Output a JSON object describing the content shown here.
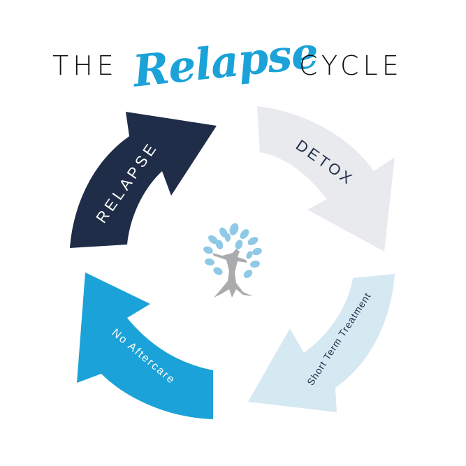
{
  "title": {
    "prefix": "THE",
    "emphasis": "Relapse",
    "suffix": "CYCLE"
  },
  "steps": [
    {
      "label": "RELAPSE",
      "color": "#1f2d48",
      "text_color": "#ffffff"
    },
    {
      "label": "DETOX",
      "color": "#e8eaed",
      "text_color": "#1f2d48"
    },
    {
      "label": "Short Term Treatment",
      "color": "#d5e9f2",
      "text_color": "#1f2d48"
    },
    {
      "label": "No Aftercare",
      "color": "#1ba2d8",
      "text_color": "#ffffff"
    }
  ],
  "center_icon": "tree-person-icon"
}
